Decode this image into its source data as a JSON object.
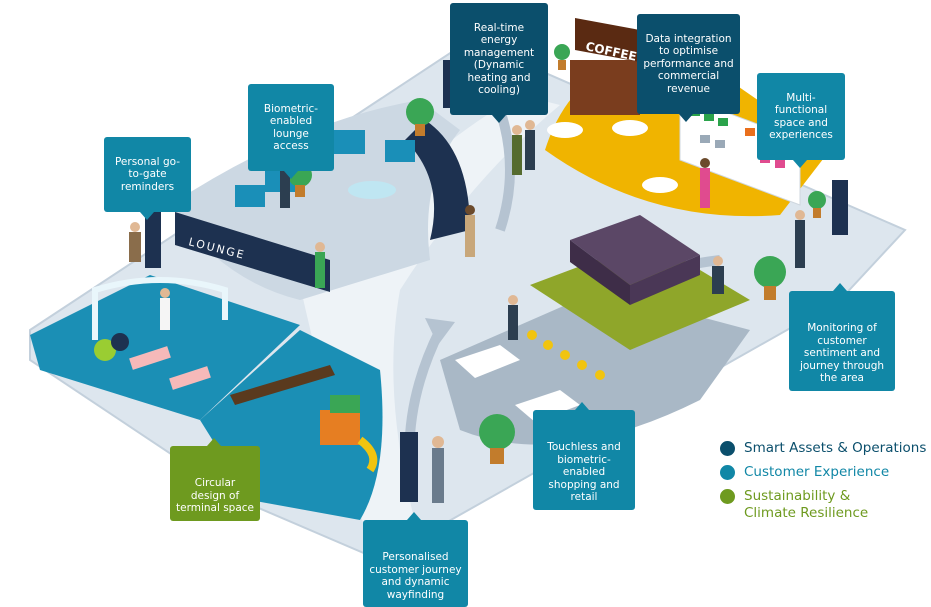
{
  "callouts": {
    "energy": "Real-time energy management (Dynamic heating and cooling)",
    "data_integration": "Data integration to optimise performance and commercial revenue",
    "multi_functional": "Multi-functional space and experiences",
    "biometric_lounge": "Biometric-enabled lounge access",
    "go_to_gate": "Personal go-to-gate reminders",
    "monitoring": "Monitoring of customer sentiment and journey through the area",
    "touchless": "Touchless and biometric-enabled shopping and retail",
    "circular": "Circular design of terminal space",
    "wayfinding": "Personalised customer journey and dynamic wayfinding"
  },
  "signs": {
    "lounge": "LOUNGE",
    "coffee": "COFFEE"
  },
  "legend": {
    "smart": "Smart Assets & Operations",
    "customer": "Customer Experience",
    "sustainability": "Sustainability &\nClimate Resilience"
  },
  "colors": {
    "smart": "#0b4f6c",
    "customer": "#1187a6",
    "sustainability": "#6e9a1f",
    "floor": "#dde6ee",
    "floor_edge": "#c3d0dc",
    "cafe_zone": "#f0b400",
    "kids_zone": "#1b8fb5",
    "retail_zone": "#a9b8c6"
  }
}
